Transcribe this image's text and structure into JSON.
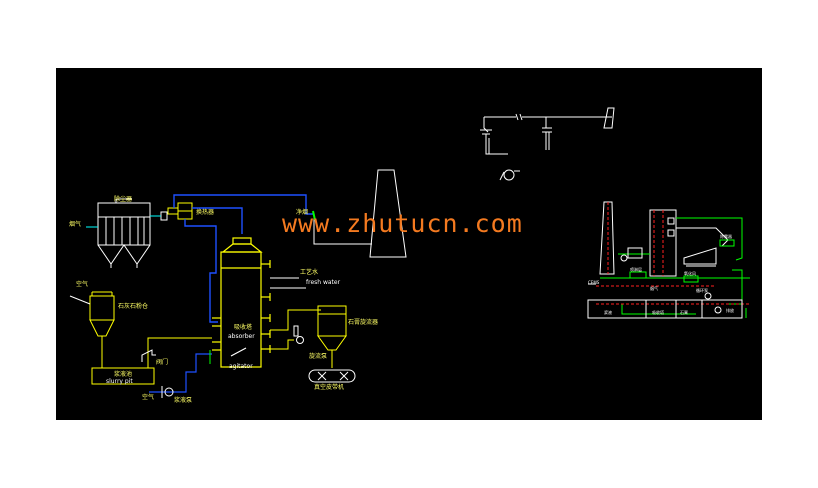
{
  "watermark": "www.zhutucn.com",
  "labels": {
    "absorber_cn": "吸收塔",
    "absorber_en": "absorber",
    "agitator": "agitator",
    "slurry_pit_cn": "浆液池",
    "slurry_pit_en": "slurry pit",
    "fresh_water_cn": "工艺水",
    "fresh_water_en": "fresh water",
    "limestone_silo": "石灰石粉仓",
    "dust_collector": "除尘器",
    "gypsum_cyclone": "石膏旋流器",
    "vacuum_belt": "真空皮带机",
    "air": "空气",
    "slurry_pump": "浆液泵"
  },
  "right_panel": {
    "labels": [
      "CEMS",
      "烟气",
      "除雾器",
      "喷淋层",
      "氧化风",
      "循环泵",
      "浆液",
      "吸收塔",
      "石膏",
      "排放"
    ]
  },
  "colors": {
    "background": "#000000",
    "yellow": "#ffff00",
    "blue": "#1e50ff",
    "green": "#00ff00",
    "white": "#ffffff",
    "red": "#ff2020",
    "orange": "#f47a20"
  }
}
